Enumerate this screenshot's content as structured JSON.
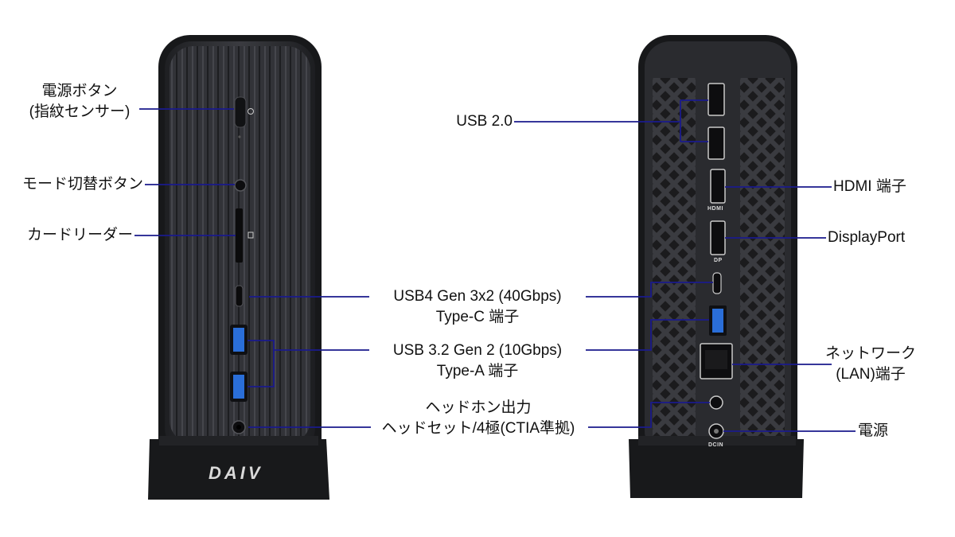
{
  "brand": "DAIV",
  "front_labels": {
    "power": [
      "電源ボタン",
      "(指紋センサー)"
    ],
    "mode": "モード切替ボタン",
    "card": "カードリーダー"
  },
  "center_labels": {
    "usb4": [
      "USB4 Gen 3x2 (40Gbps)",
      "Type-C 端子"
    ],
    "usb32": [
      "USB 3.2 Gen 2 (10Gbps)",
      "Type-A 端子"
    ],
    "audio": [
      "ヘッドホン出力",
      "ヘッドセット/4極(CTIA準拠)"
    ],
    "usb2": "USB 2.0"
  },
  "rear_labels": {
    "hdmi": "HDMI 端子",
    "dp": "DisplayPort",
    "lan": [
      "ネットワーク",
      "(LAN)端子"
    ],
    "power": "電源"
  },
  "port_marks": {
    "hdmi": "HDMI",
    "dp": "DP",
    "dcin": "DCIN"
  },
  "colors": {
    "leader_line": "#1a1a8c",
    "chassis": "#2b2c30",
    "usb_blue": "#2a6ed8"
  }
}
